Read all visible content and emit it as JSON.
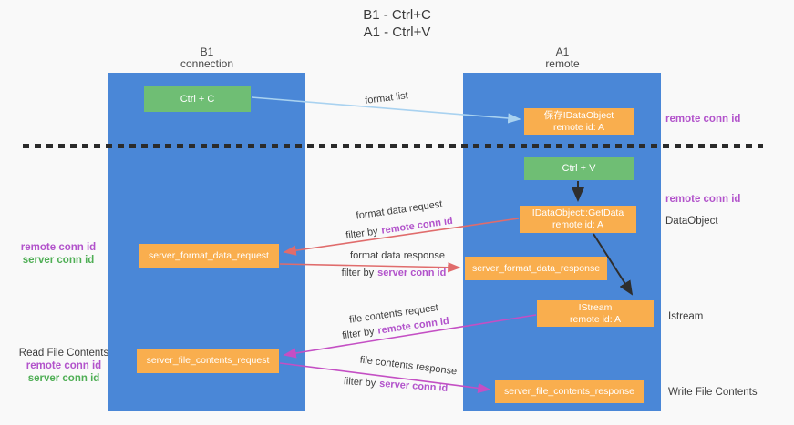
{
  "title": {
    "line1": "B1 - Ctrl+C",
    "line2": "A1 - Ctrl+V"
  },
  "lanes": [
    {
      "name": "B1",
      "role": "connection"
    },
    {
      "name": "A1",
      "role": "remote"
    }
  ],
  "nodes": {
    "ctrl_c": {
      "label": "Ctrl + C"
    },
    "save_idataobject": {
      "line1": "保存IDataObject",
      "line2": "remote id: A"
    },
    "ctrl_v": {
      "label": "Ctrl + V"
    },
    "getdata": {
      "line1": "IDataObject::GetData",
      "line2": "remote id: A"
    },
    "format_request": {
      "label": "server_format_data_request"
    },
    "format_response": {
      "label": "server_format_data_response"
    },
    "istream": {
      "line1": "IStream",
      "line2": "remote id: A"
    },
    "file_request": {
      "label": "server_file_contents_request"
    },
    "file_response": {
      "label": "server_file_contents_response"
    }
  },
  "flow_labels": {
    "format_list": "format list",
    "format_data_request": "format data request",
    "format_data_response": "format data response",
    "file_contents_request": "file contents request",
    "file_contents_response": "file contents response",
    "filter_by": "filter by",
    "remote_conn_id": "remote conn id",
    "server_conn_id": "server conn id"
  },
  "left_labels": {
    "format_group": {
      "remote": "remote conn id",
      "server": "server conn id"
    },
    "file_group": {
      "title": "Read File Contents",
      "remote": "remote conn id",
      "server": "server conn id"
    }
  },
  "right_labels": {
    "top_remote": "remote conn id",
    "mid_remote": "remote conn id",
    "dataobject": "DataObject",
    "istream": "Istream",
    "write_file": "Write File Contents"
  },
  "colors": {
    "lane_blue": "#4a87d7",
    "node_orange": "#f9ae4e",
    "node_green": "#6fbe74",
    "purple": "#b253cb",
    "green_text": "#4fae55",
    "arrow_blue": "#a9d2f0",
    "arrow_salmon": "#e06c6c",
    "arrow_magenta": "#c44fc4",
    "arrow_black": "#2e2e2e",
    "text_dark": "#3d3d3d"
  }
}
